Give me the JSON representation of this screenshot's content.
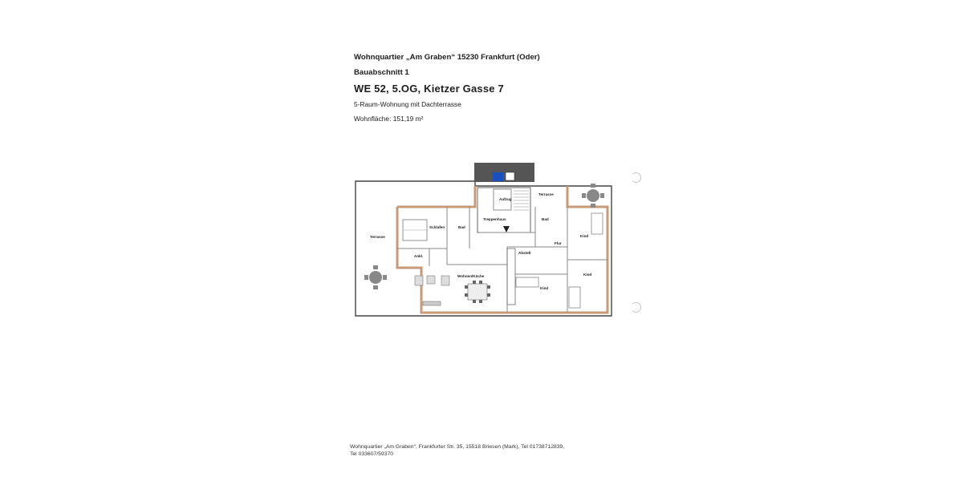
{
  "header": {
    "line1": "Wohnquartier „Am Graben“ 15230 Frankfurt (Oder)",
    "line2": "Bauabschnitt 1",
    "title": "WE 52, 5.OG, Kietzer Gasse 7",
    "subtitle": "5-Raum-Wohnung mit Dachterrasse",
    "area": "Wohnfläche: 151,19 m²"
  },
  "rooms": {
    "aufzug": "Aufzug",
    "treppenhaus": "Treppenhaus",
    "terrasse_top": "Terrasse",
    "terrasse_left": "Terrasse",
    "schlafen": "Schlafen",
    "bad1": "Bad",
    "bad2": "Bad",
    "flur": "Flur",
    "kind1": "Kind",
    "kind2": "Kind",
    "kind3": "Kind",
    "abstell": "Abstell",
    "ankl": "Ankl.",
    "wohnen": "Wohnen/Küche"
  },
  "footer": {
    "line1": "Wohnquartier „Am Graben“, Frankfurter Str. 35, 15518 Briesen (Mark), Tel 01738712839,",
    "line2": "Tel 033607/59370"
  }
}
